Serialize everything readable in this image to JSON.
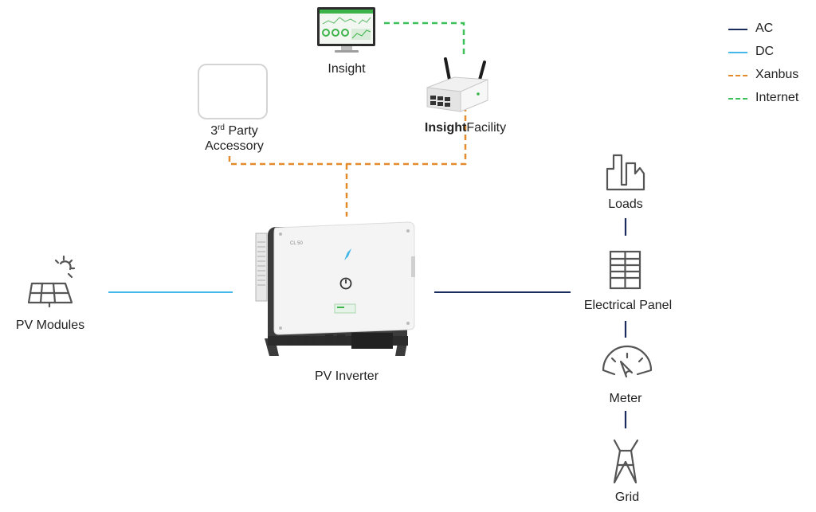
{
  "colors": {
    "ac": "#1a2b5e",
    "dc": "#44b8e8",
    "xanbus": "#e38b2c",
    "internet": "#3cc15a",
    "device_body": "#f4f4f4",
    "device_dark": "#3b3b3b",
    "icon": "#555555"
  },
  "legend": [
    {
      "label": "AC",
      "style": "solid",
      "color_key": "ac"
    },
    {
      "label": "DC",
      "style": "solid",
      "color_key": "dc"
    },
    {
      "label": "Xanbus",
      "style": "dashed",
      "color_key": "xanbus"
    },
    {
      "label": "Internet",
      "style": "dashed",
      "color_key": "internet"
    }
  ],
  "nodes": {
    "insight": {
      "label": "Insight",
      "icon": "monitor-icon"
    },
    "insight_facility": {
      "label_bold": "Insight",
      "label_rest": "Facility",
      "icon": "router-icon"
    },
    "third_party": {
      "label_pre": "3",
      "label_sup": "rd",
      "label_line1_rest": " Party",
      "label_line2": "Accessory",
      "icon": "accessory-placeholder-icon"
    },
    "pv_modules": {
      "label": "PV Modules",
      "icon": "solar-panel-icon"
    },
    "pv_inverter": {
      "label": "PV Inverter",
      "icon": "inverter-icon",
      "model_text": "CL 50"
    },
    "loads": {
      "label": "Loads",
      "icon": "buildings-icon"
    },
    "electrical_panel": {
      "label": "Electrical Panel",
      "icon": "breaker-panel-icon"
    },
    "meter": {
      "label": "Meter",
      "icon": "meter-gauge-icon"
    },
    "grid": {
      "label": "Grid",
      "icon": "power-pylon-icon"
    }
  }
}
